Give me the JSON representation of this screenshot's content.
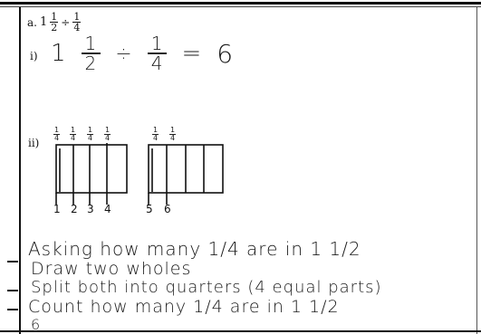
{
  "problem": {
    "label": "a.",
    "whole": "1",
    "frac1": {
      "num": "1",
      "den": "2"
    },
    "operator": "÷",
    "frac2": {
      "num": "1",
      "den": "4"
    }
  },
  "part_i": {
    "label": "i)",
    "whole": "1",
    "frac1": {
      "num": "1",
      "den": "2"
    },
    "operator": "÷",
    "frac2": {
      "num": "1",
      "den": "4"
    },
    "equals": "=",
    "answer": "6"
  },
  "part_ii": {
    "label": "ii)",
    "quarter_labels": [
      "1/4",
      "1/4",
      "1/4",
      "1/4",
      "1/4",
      "1/4"
    ],
    "count_labels": [
      "1",
      "2",
      "3",
      "4",
      "5",
      "6"
    ]
  },
  "explanation": [
    "Asking how many 1/4 are in 1 1/2",
    "Draw two wholes",
    "Split both into quarters (4 equal parts)",
    "Count how many 1/4 are in 1 1/2",
    "6"
  ]
}
